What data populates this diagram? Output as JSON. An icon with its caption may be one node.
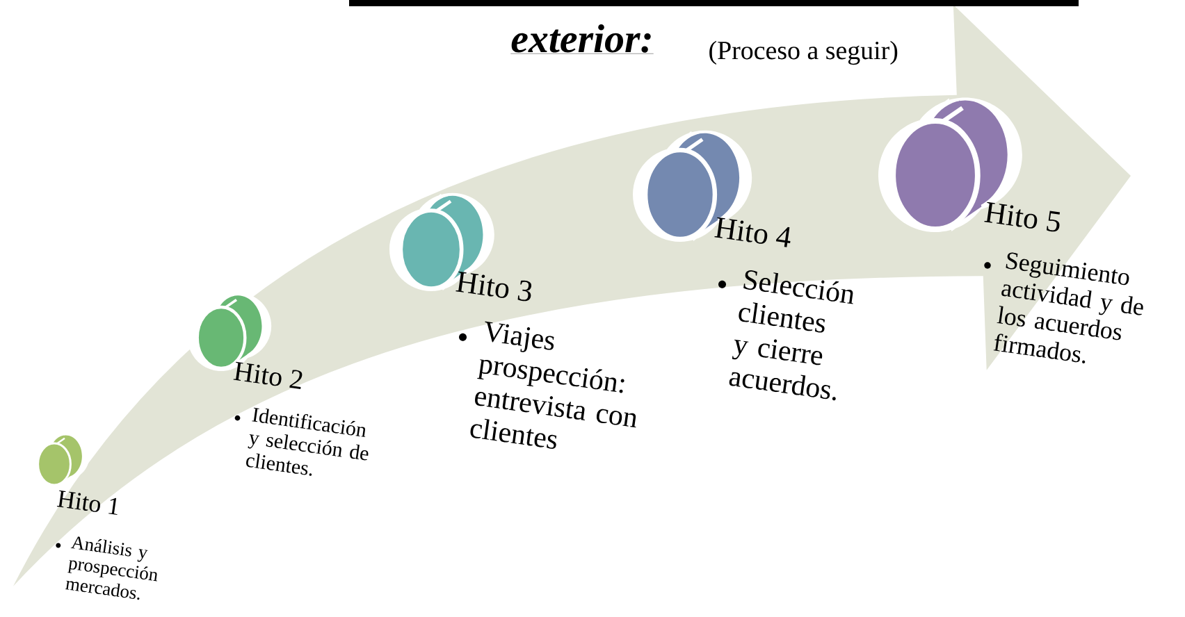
{
  "diagram": {
    "title": "exterior:",
    "nodes": [
      {
        "text": [
          "Hito 1",
          "Análisis y prospección mercados."
        ]
      },
      {
        "text": [
          "Hito 2",
          "Identificación y selección de clientes."
        ]
      },
      {
        "text": [
          "Hito 3",
          "Viajes prospección: entrevista con clientes"
        ]
      },
      {
        "text": [
          "Hito 4",
          "Selección clientes y cierre acuerdos."
        ]
      },
      {
        "text": [
          "Hito 5",
          "Seguimiento actividad y de los acuerdos firmados."
        ]
      }
    ],
    "labels": [
      "(Proceso a seguir)"
    ]
  }
}
